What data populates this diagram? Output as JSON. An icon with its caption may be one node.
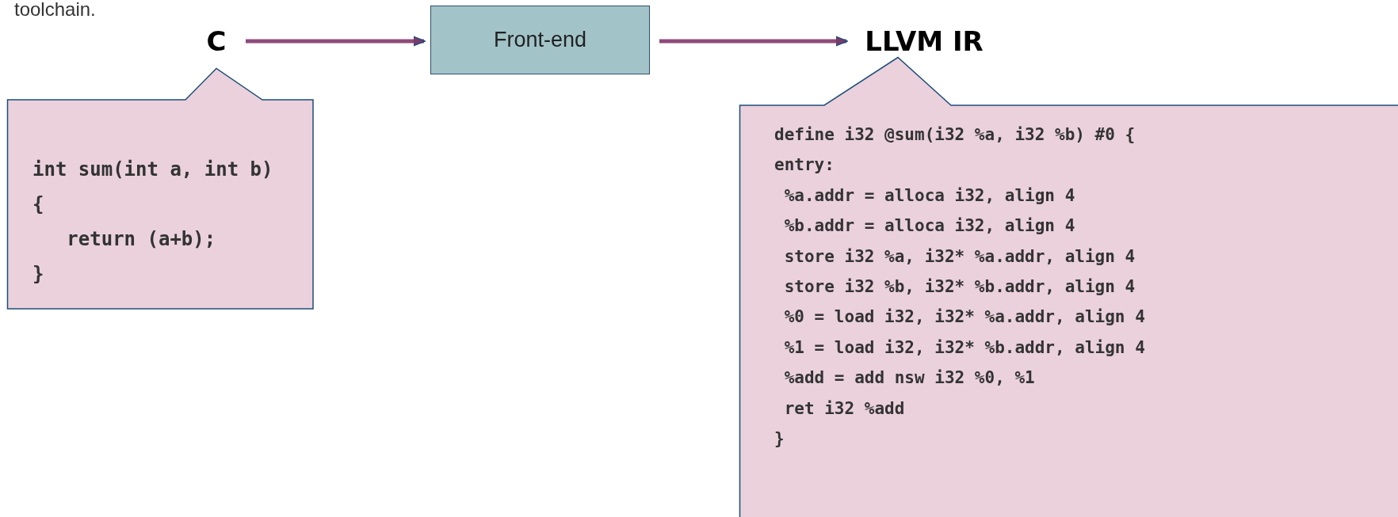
{
  "diagram": {
    "nodes": [
      {
        "text": [
          "C"
        ]
      },
      {
        "text": [
          "Front-end"
        ]
      },
      {
        "text": [
          "LLVM IR"
        ]
      },
      {
        "text": [
          "int sum(int a, int b)",
          "{",
          "   return (a+b);",
          "}"
        ]
      },
      {
        "text": [
          "define i32 @sum(i32 %a, i32 %b) #0 {",
          "entry:",
          " %a.addr = alloca i32, align 4",
          " %b.addr = alloca i32, align 4",
          " store i32 %a, i32* %a.addr, align 4",
          " store i32 %b, i32* %b.addr, align 4",
          " %0 = load i32, i32* %a.addr, align 4",
          " %1 = load i32, i32* %b.addr, align 4",
          " %add = add nsw i32 %0, %1",
          " ret i32 %add",
          "}"
        ]
      }
    ],
    "edges": [
      {
        "from": 0,
        "to": 1,
        "arrow": "to"
      },
      {
        "from": 1,
        "to": 2,
        "arrow": "to"
      }
    ],
    "labels": [
      "toolchain."
    ]
  }
}
